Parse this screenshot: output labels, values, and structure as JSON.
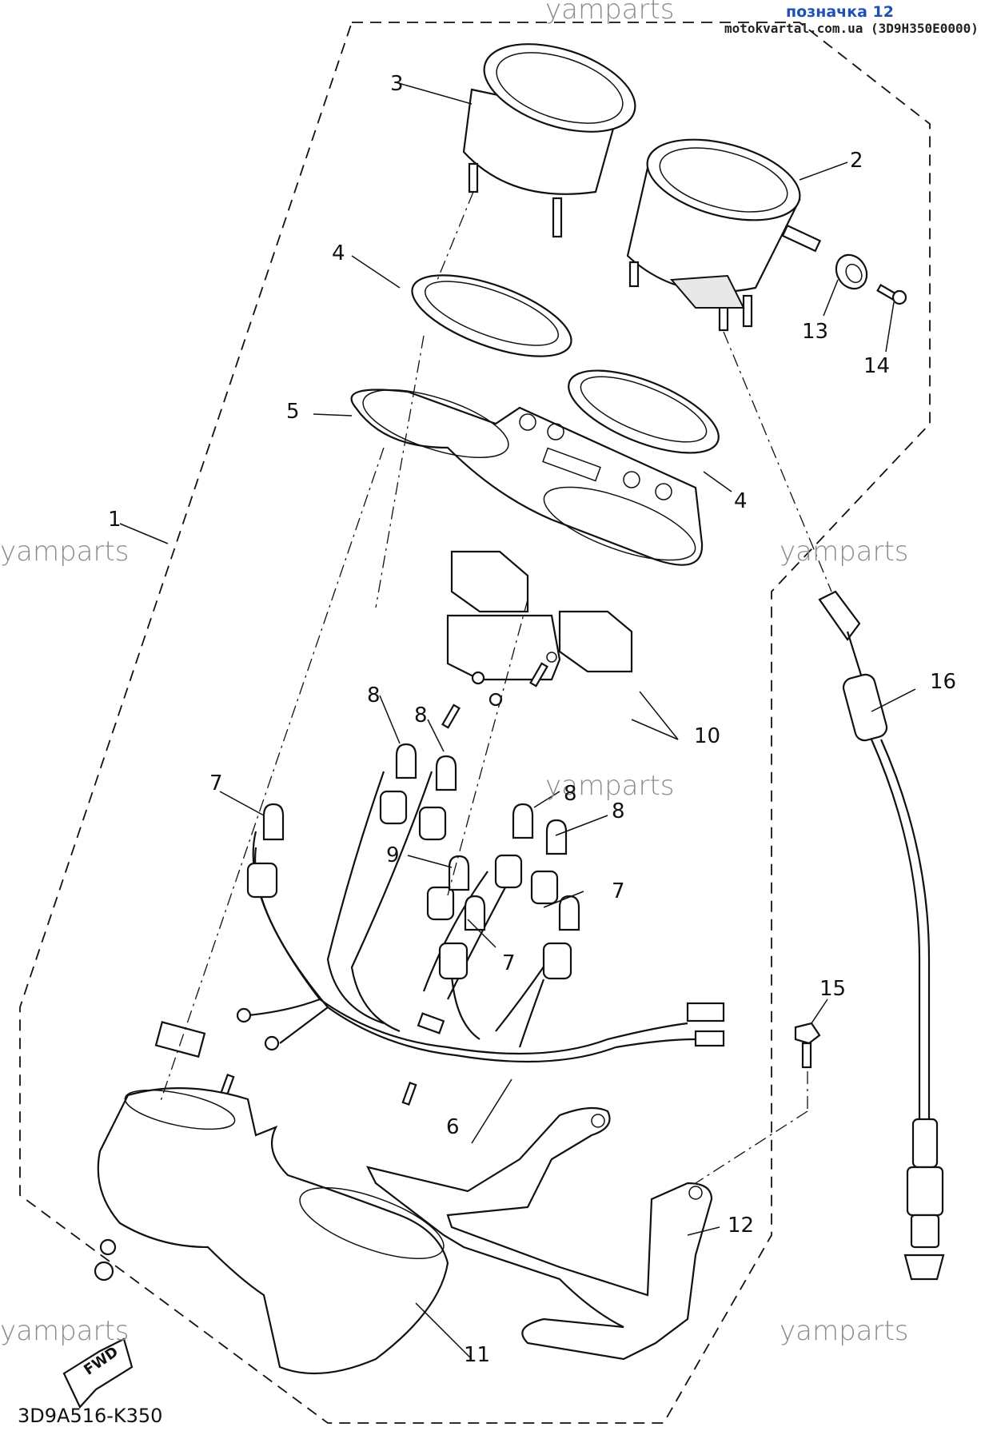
{
  "header": {
    "title": "позначка 12",
    "subtitle": "motokvartal.com.ua (3D9H350E0000)"
  },
  "watermark": "yamparts",
  "drawing_code": "3D9A516-K350",
  "fwd_label": "FWD",
  "callouts": {
    "c1": "1",
    "c2": "2",
    "c3": "3",
    "c4a": "4",
    "c4b": "4",
    "c5": "5",
    "c6": "6",
    "c7a": "7",
    "c7b": "7",
    "c7c": "7",
    "c8a": "8",
    "c8b": "8",
    "c8c": "8",
    "c8d": "8",
    "c9": "9",
    "c10": "10",
    "c11": "11",
    "c12": "12",
    "c13": "13",
    "c14": "14",
    "c15": "15",
    "c16": "16"
  }
}
